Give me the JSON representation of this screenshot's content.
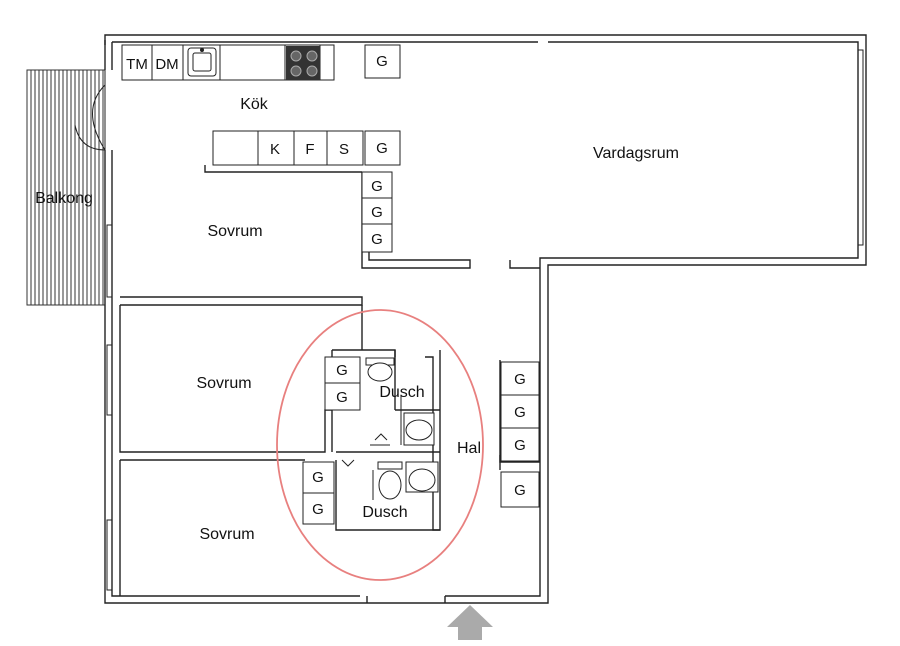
{
  "rooms": {
    "kitchen": "Kök",
    "living": "Vardagsrum",
    "balcony": "Balkong",
    "bedroom_top": "Sovrum",
    "bedroom_mid": "Sovrum",
    "bedroom_bot": "Sovrum",
    "shower_top": "Dusch",
    "shower_bot": "Dusch",
    "hall": "Hal"
  },
  "appliances": {
    "tm": "TM",
    "dm": "DM",
    "k": "K",
    "f": "F",
    "s": "S"
  },
  "wardrobe_label": "G",
  "colors": {
    "wall": "#222222",
    "highlight": "#e8807f",
    "entrance_arrow": "#aaaaaa"
  }
}
